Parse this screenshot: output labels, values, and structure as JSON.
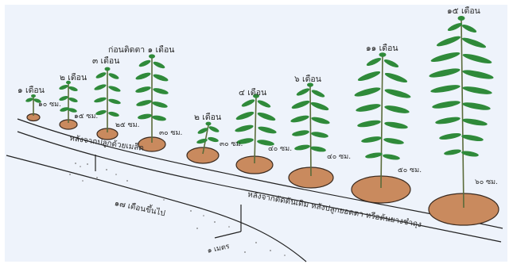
{
  "colors": {
    "background": "#eef3fb",
    "soil": "#c98a5e",
    "soil_edge": "#3a2a1f",
    "leaf": "#2f8a3a",
    "stem": "#5a6b3a",
    "line": "#222222"
  },
  "labels": {
    "m1": "๑ เดือน",
    "m2a": "๒ เดือน",
    "m3": "๓ เดือน",
    "before_cut": "ก่อนติดตา ๑ เดือน",
    "m2b": "๒ เดือน",
    "m4": "๔ เดือน",
    "m6": "๖ เดือน",
    "m11": "๑๑ เดือน",
    "m15": "๑๕ เดือน",
    "s10": "๑๐ ซม.",
    "s15": "๑๕ ซม.",
    "s25": "๒๕ ซม.",
    "s30": "๓๐ ซม.",
    "s30b": "๓๐ ซม.",
    "s40a": "๔๐ ซม.",
    "s40b": "๔๐ ซม.",
    "s50": "๕๐ ซม.",
    "s60": "๖๐ ซม.",
    "after_planting": "หลังจากปลูกด้วยเมล็ด",
    "after_cut": "หลังจากตัดต้นเดิม หลังปลูกยอดตา หรือต้นยางชำถุง",
    "after_17": "๑๗ เดือนขึ้นไป",
    "meter": "๑ เมตร"
  }
}
